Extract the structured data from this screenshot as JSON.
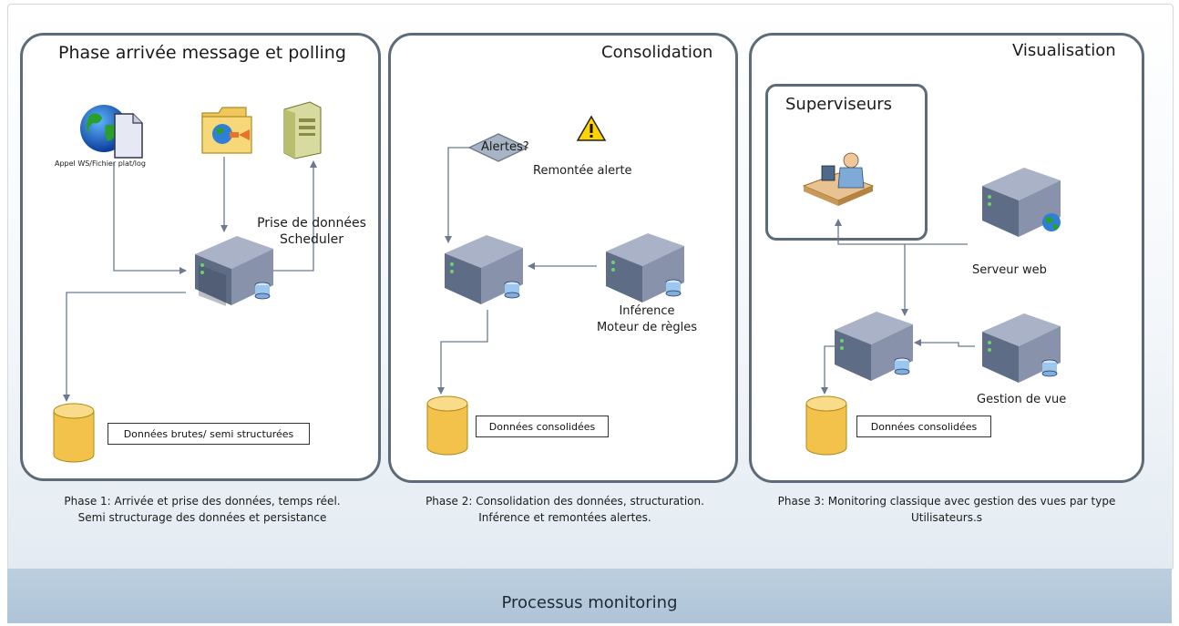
{
  "footer": {
    "title": "Processus monitoring"
  },
  "phase1": {
    "title": "Phase arrivée message et polling",
    "source_label": "Appel WS/Fichier plat/log",
    "scheduler_label_1": "Prise de données",
    "scheduler_label_2": "Scheduler",
    "db_label": "Données brutes/ semi structurées",
    "caption_1": "Phase 1: Arrivée et prise des données, temps réel.",
    "caption_2": "Semi structurage des données et persistance"
  },
  "phase2": {
    "title": "Consolidation",
    "decision_label": "Alertes?",
    "alert_label": "Remontée alerte",
    "engine_label_1": "Inférence",
    "engine_label_2": "Moteur de règles",
    "db_label": "Données consolidées",
    "caption_1": "Phase 2: Consolidation des données, structuration.",
    "caption_2": "Inférence et remontées alertes."
  },
  "phase3": {
    "title": "Visualisation",
    "supervisors_label": "Superviseurs",
    "webserver_label": "Serveur web",
    "view_mgmt_label": "Gestion de vue",
    "db_label": "Données consolidées",
    "caption_1": "Phase 3: Monitoring classique avec gestion des vues par type",
    "caption_2": "Utilisateurs.s"
  },
  "colors": {
    "panel_border": "#5d6b78",
    "server_body": "#7c8aa3",
    "database": "#f2c24a",
    "band": "#b3c8da",
    "connector": "#6b7a90"
  }
}
